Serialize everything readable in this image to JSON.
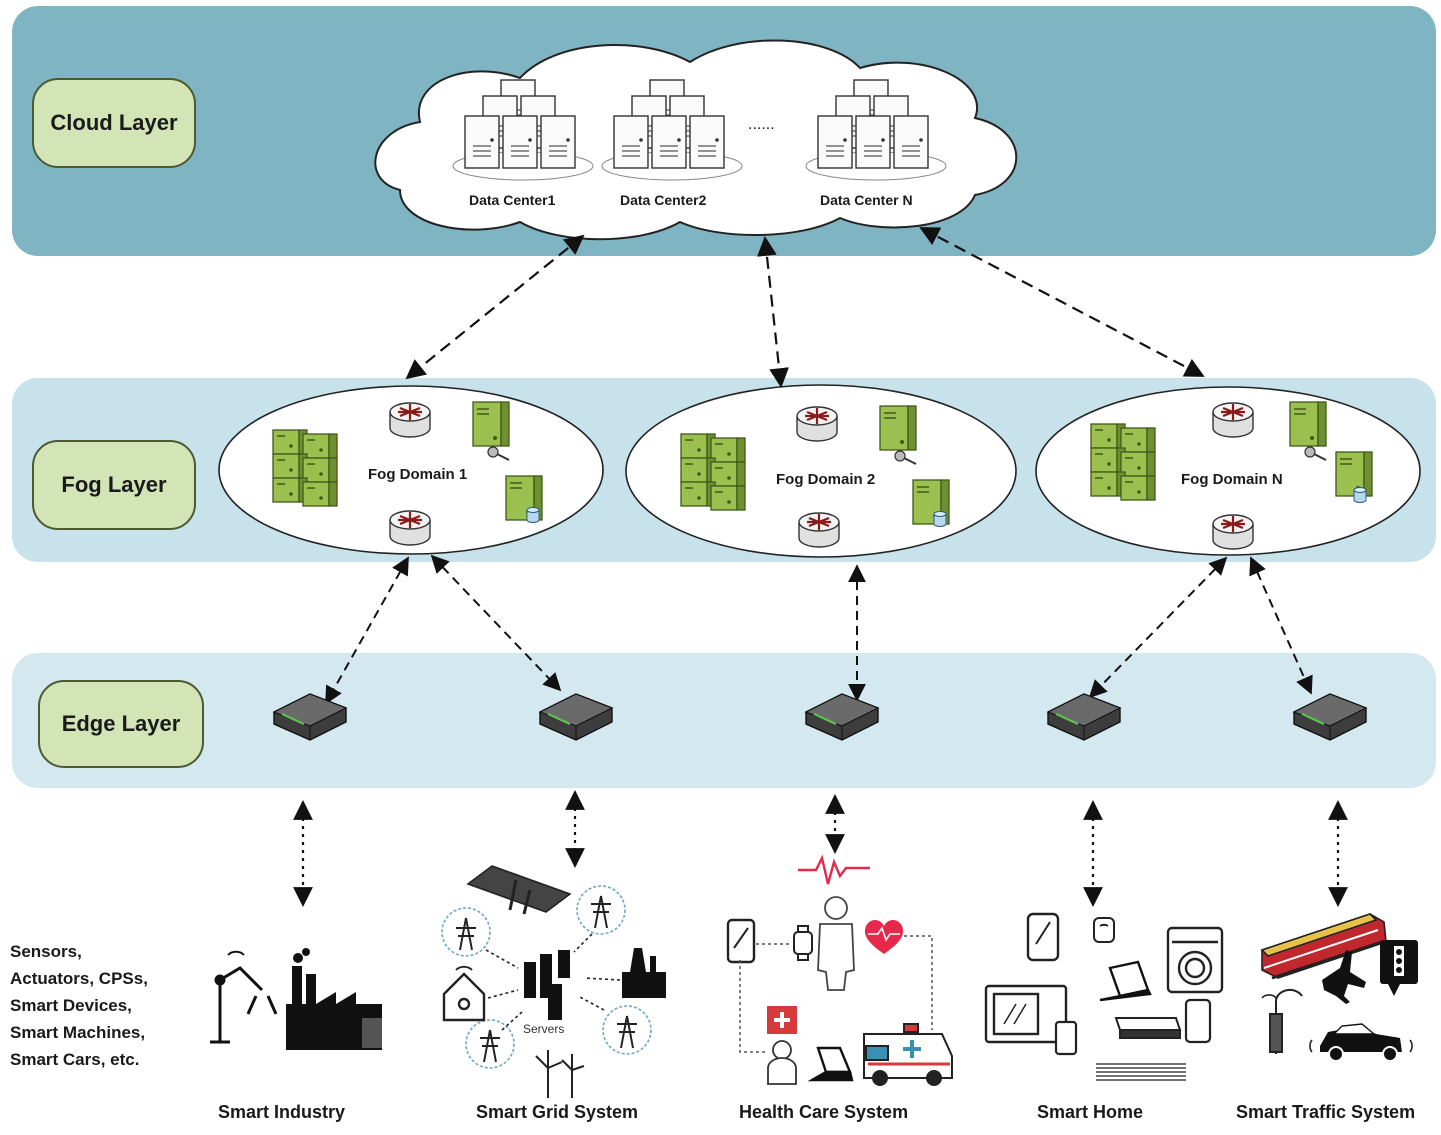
{
  "layers": {
    "cloud": "Cloud Layer",
    "fog": "Fog Layer",
    "edge": "Edge Layer"
  },
  "data_centers": [
    "Data Center1",
    "Data Center2",
    "Data Center N"
  ],
  "data_center_ellipsis": "......",
  "fog_domains": [
    "Fog Domain 1",
    "Fog Domain 2",
    "Fog Domain N"
  ],
  "device_list": [
    "Sensors,",
    "Actuators, CPSs,",
    "Smart Devices,",
    "Smart Machines,",
    "Smart Cars, etc."
  ],
  "applications": [
    "Smart Industry",
    "Smart Grid System",
    "Health Care System",
    "Smart Home",
    "Smart Traffic System"
  ],
  "servers_label": "Servers",
  "colors": {
    "cloud_band": "#7fb5c2",
    "fog_band": "#c7e2ea",
    "edge_band": "#d4e9ef",
    "layer_label": "#d3e4b7",
    "server_green": "#8fb34a",
    "heart_red": "#e8284a",
    "accent_blue": "#3b8fb3"
  },
  "icons": [
    "server-rack-icon",
    "router-icon",
    "fog-server-icon",
    "edge-gateway-icon",
    "robot-arm-icon",
    "factory-icon",
    "solar-panel-icon",
    "pylon-icon",
    "wind-turbine-icon",
    "doctor-icon",
    "heart-icon",
    "ambulance-icon",
    "laptop-icon",
    "washer-icon",
    "train-icon",
    "plane-icon",
    "car-icon",
    "traffic-light-icon"
  ]
}
